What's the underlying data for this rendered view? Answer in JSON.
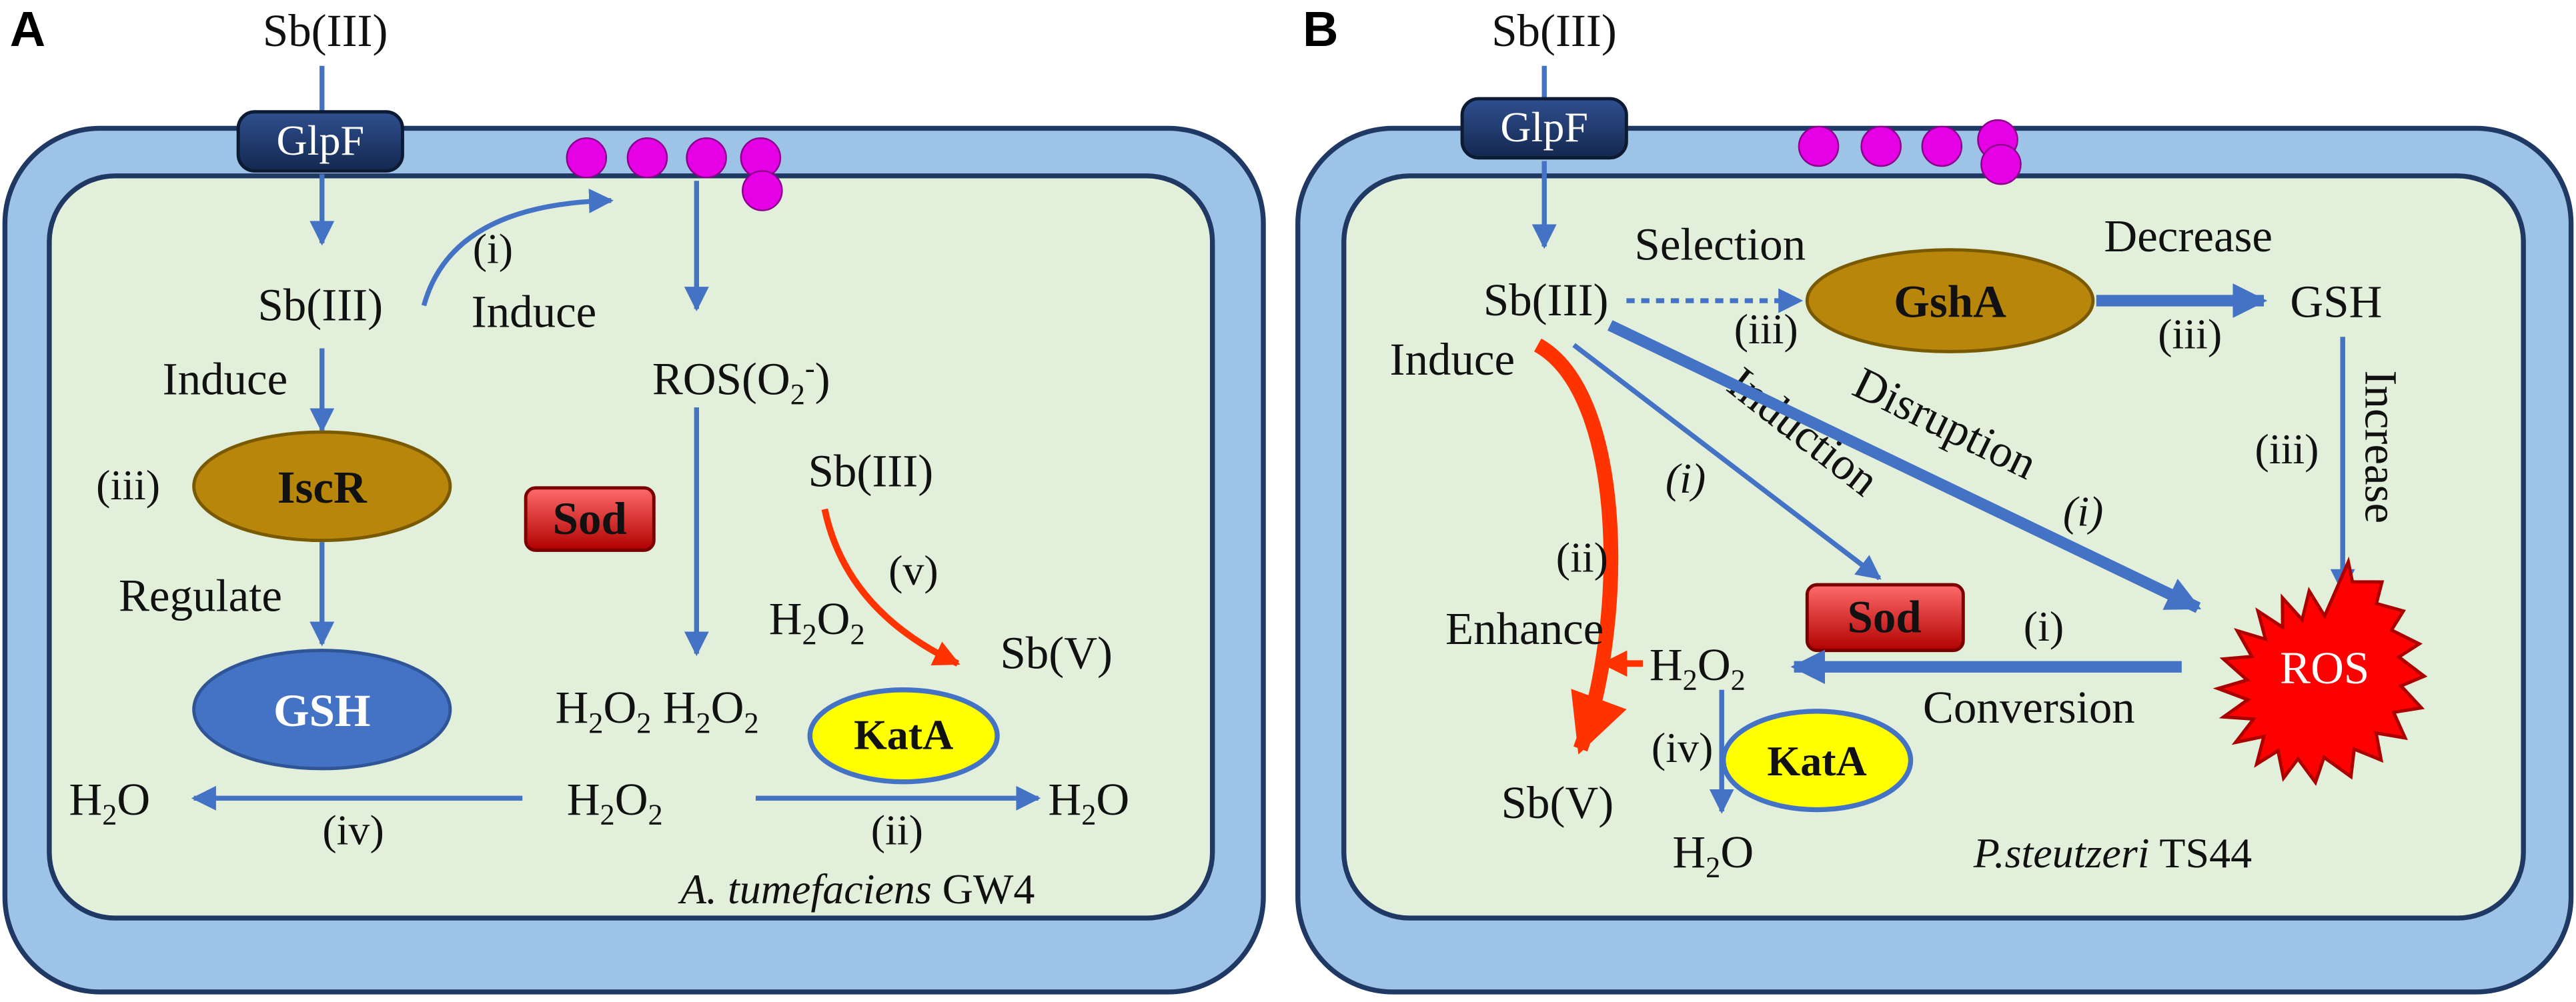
{
  "panel_a": {
    "letter": "A",
    "sb3_top": "Sb(III)",
    "glpf": "GlpF",
    "sb3_cell": "Sb(III)",
    "step_i": "(i)",
    "induce_i": "Induce",
    "induce_left": "Induce",
    "ros_main": "ROS(O",
    "ros_sub": "2",
    "ros_sup": "-",
    "ros_close": ")",
    "step_iii": "(iii)",
    "iscr": "IscR",
    "regulate": "Regulate",
    "gsh": "GSH",
    "sod": "Sod",
    "sb3_right": "Sb(III)",
    "step_v": "(v)",
    "h2o2_v_main": "H",
    "h2o2_v_sub": "2",
    "h2o2_v_end": "O",
    "h2o2_v_sub2": "2",
    "sb5": "Sb(V)",
    "h2o2_pair_1": "H",
    "h2o2_pair_2": "H",
    "sub_2": "2",
    "o": "O",
    "kata": "KatA",
    "h2o_left": "H",
    "h2o_left_end": "O",
    "step_iv": "(iv)",
    "h2o2_bottom": "H",
    "step_ii": "(ii)",
    "h2o_right": "H",
    "h2o_right_end": "O",
    "organism_italic": "A. tumefaciens",
    "organism_strain": " GW4"
  },
  "panel_b": {
    "letter": "B",
    "sb3_top": "Sb(III)",
    "glpf": "GlpF",
    "sb3_cell": "Sb(III)",
    "selection": "Selection",
    "step_iii_a": "(iii)",
    "gsha": "GshA",
    "decrease": "Decrease",
    "step_iii_b": "(iii)",
    "gsh": "GSH",
    "induce": "Induce",
    "induction": "Induction",
    "step_i_italic_a": "(i)",
    "disruption": "Disruption",
    "step_i_italic_b": "(i)",
    "increase": "Increase",
    "step_iii_c": "(iii)",
    "step_ii": "(ii)",
    "enhance": "Enhance",
    "sod": "Sod",
    "h2o2_main": "H",
    "h2o2_sub": "2",
    "h2o2_o": "O",
    "h2o2_sub2": "2",
    "step_i_plain": "(i)",
    "conversion": "Conversion",
    "ros": "ROS",
    "step_iv": "(iv)",
    "kata": "KatA",
    "sb5": "Sb(V)",
    "h2o_main": "H",
    "h2o_sub": "2",
    "h2o_end": "O",
    "organism_italic": "P.steutzeri",
    "organism_strain": " TS44"
  },
  "colors": {
    "outer_membrane": "#9dc3e6",
    "outline": "#1f3864",
    "cytoplasm": "#e2efda",
    "glpf": "#1f3864",
    "pore": "#e600e6",
    "arrow": "#4472c4",
    "red_arrow": "#ff3300",
    "iscr": "#b8860b",
    "gsh": "#4472c4",
    "sod": "#e02020",
    "kata": "#ffff00",
    "ros": "#ff0000"
  }
}
